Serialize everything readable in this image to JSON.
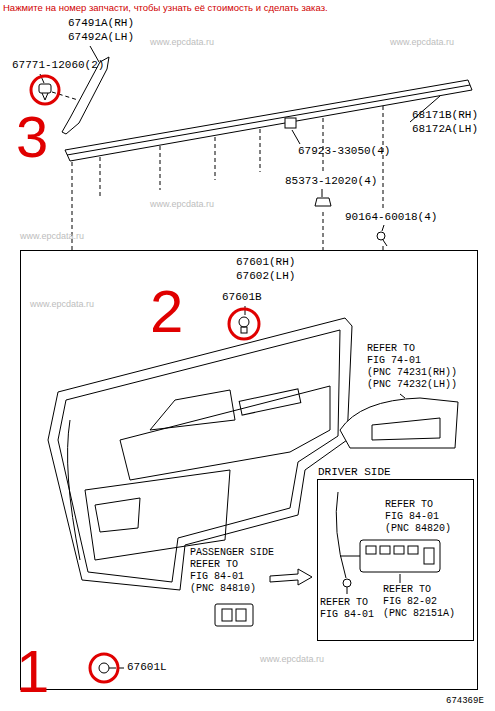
{
  "diagram": {
    "nodes": [
      {
        "text": [
          "67601(RH) 67602(LH)"
        ]
      },
      {
        "text": [
          "DRIVER SIDE"
        ],
        "in": 0
      }
    ],
    "labels": [
      "Нажмите на номер запчасти, чтобы узнать её стоимость и сделать заказ.",
      "www.epcdata.ru",
      "www.epcdata.ru",
      "67491A(RH)",
      "67492A(LH)",
      "67771-12060(2)",
      "3",
      "68171B(RH)",
      "68172A(LH)",
      "67923-33050(4)",
      "www.epcdata.ru",
      "85373-12020(4)",
      "90164-60018(4)",
      "www.epcdata.ru",
      "67601B",
      "2",
      "www.epcdata.ru",
      "REFER TO",
      "FIG 74-01",
      "(PNC 74231(RH))",
      "(PNC 74232(LH))",
      "REFER TO",
      "FIG 84-01",
      "(PNC 84820)",
      "PASSENGER SIDE",
      "REFER TO",
      "FIG 84-01",
      "(PNC 84810)",
      "REFER TO",
      "FIG 84-01",
      "REFER TO",
      "FIG 82-02",
      "(PNC 82151A)",
      "www.epcdata.ru",
      "1",
      "67601L",
      "674369E"
    ]
  }
}
